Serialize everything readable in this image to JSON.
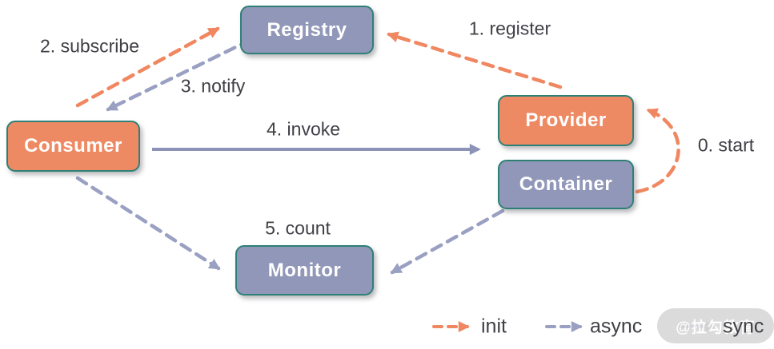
{
  "colors": {
    "orange": "#EE8A63",
    "purple": "#9197B8",
    "node_border": "#2E8077",
    "arrow_orange": "#F08760",
    "arrow_purple": "#9AA0C2",
    "arrow_purple_solid": "#8D93B6",
    "label_text": "#3F3F46",
    "node_text": "#FFFFFF",
    "watermark_bg": "#D8D8D8",
    "watermark_text": "#FFFFFF"
  },
  "nodes": {
    "registry": {
      "label": "Registry"
    },
    "consumer": {
      "label": "Consumer"
    },
    "provider": {
      "label": "Provider"
    },
    "container": {
      "label": "Container"
    },
    "monitor": {
      "label": "Monitor"
    }
  },
  "edges": {
    "register": {
      "label": "1. register"
    },
    "subscribe": {
      "label": "2. subscribe"
    },
    "notify": {
      "label": "3. notify"
    },
    "invoke": {
      "label": "4. invoke"
    },
    "count": {
      "label": "5. count"
    },
    "start": {
      "label": "0. start"
    }
  },
  "legend": {
    "init": "init",
    "async": "async",
    "sync": "sync"
  },
  "watermark": "@拉勾教育"
}
